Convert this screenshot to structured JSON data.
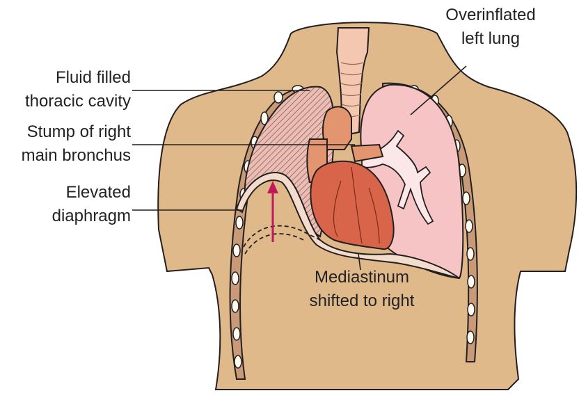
{
  "labels": {
    "fluid": [
      "Fluid filled",
      "thoracic cavity"
    ],
    "stump": [
      "Stump of right",
      "main bronchus"
    ],
    "diaphragm": [
      "Elevated",
      "diaphragm"
    ],
    "lung": [
      "Overinflated",
      "left lung"
    ],
    "mediastinum": [
      "Mediastinum",
      "shifted to right"
    ]
  },
  "colors": {
    "skin": "#dfb98a",
    "lung": "#f6c4c4",
    "heart": "#d8654a",
    "trachea": "#f4c8b0",
    "arrow": "#c2175b",
    "outline": "#231f20"
  }
}
